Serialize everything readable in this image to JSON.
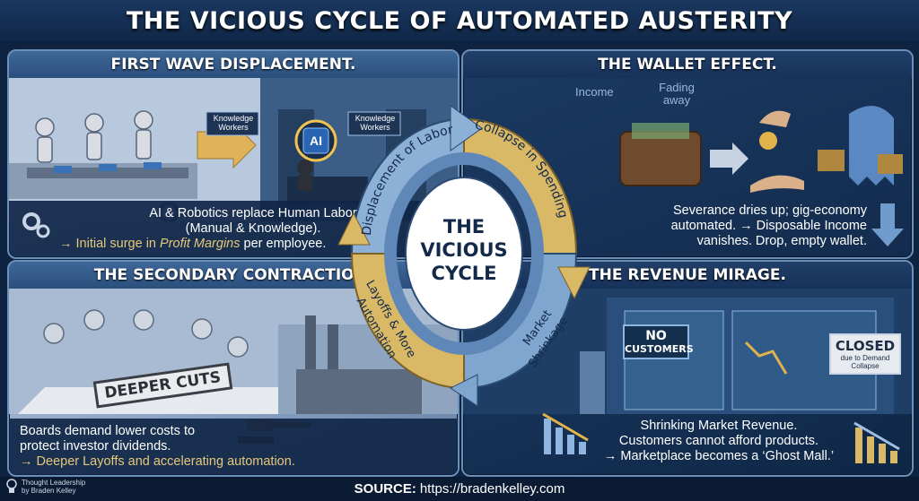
{
  "title": "THE VICIOUS CYCLE OF AUTOMATED AUSTERITY",
  "panels": {
    "first_wave": {
      "heading": "FIRST WAVE DISPLACEMENT.",
      "signs": [
        "Knowledge Workers",
        "Knowledge Workers"
      ],
      "ai_chip": "AI",
      "caption_line1": "AI & Robotics replace Human Labor",
      "caption_line2": "(Manual & Knowledge).",
      "caption_line3_prefix": "→ Initial surge in ",
      "caption_line3_highlight": "Profit Margins",
      "caption_line3_suffix": " per employee."
    },
    "wallet_effect": {
      "heading": "THE WALLET EFFECT.",
      "income_label": "Income",
      "fading_label": "Fading away",
      "caption_line1": "Severance dries up; gig-economy",
      "caption_line2": "automated. → Disposable Income",
      "caption_line3": "vanishes. Drop, empty wallet."
    },
    "secondary": {
      "heading": "THE SECONDARY CONTRACTION.",
      "stamp": "DEEPER CUTS",
      "caption_line1": "Boards demand lower costs to",
      "caption_line2": "protect investor dividends.",
      "caption_line3": "→ Deeper Layoffs and accelerating automation."
    },
    "revenue": {
      "heading": "THE REVENUE MIRAGE.",
      "no_customers_1": "NO",
      "no_customers_2": "CUSTOMERS",
      "closed": "CLOSED",
      "closed_sub": "due to Demand Collapse",
      "caption_line1": "Shrinking Market Revenue.",
      "caption_line2": "Customers cannot afford products.",
      "caption_line3": "→ Marketplace becomes a ‘Ghost Mall.’"
    }
  },
  "cycle": {
    "center_1": "THE",
    "center_2": "VICIOUS",
    "center_3": "CYCLE",
    "seg_top_left": "Displacement of Labor",
    "seg_top_right": "Collapse in Spending",
    "seg_bottom_right_1": "Market",
    "seg_bottom_right_2": "Shrinkage",
    "seg_bottom_left_1": "Layoffs & More",
    "seg_bottom_left_2": "Automation"
  },
  "footer": {
    "source_label": "SOURCE:",
    "source_url": "https://bradenkelley.com",
    "brand_line1": "Thought Leadership",
    "brand_line2": "by Braden Kelley"
  },
  "colors": {
    "gold": "#d9b866",
    "blue_arrow": "#7fa6cf",
    "navy": "#0e2340"
  }
}
